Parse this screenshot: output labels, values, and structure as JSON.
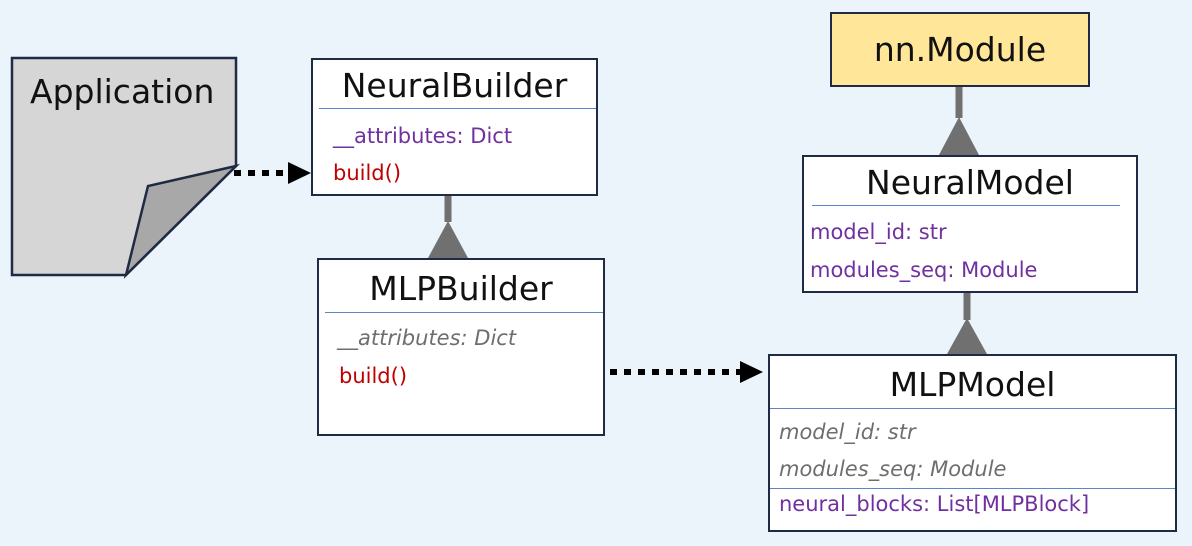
{
  "application": {
    "label": "Application"
  },
  "neural_builder": {
    "title": "NeuralBuilder",
    "attributes": [
      "__attributes: Dict"
    ],
    "methods": [
      "build()"
    ]
  },
  "mlp_builder": {
    "title": "MLPBuilder",
    "inherited_attributes": [
      "__attributes: Dict"
    ],
    "methods": [
      "build()"
    ]
  },
  "nn_module": {
    "title": "nn.Module"
  },
  "neural_model": {
    "title": "NeuralModel",
    "attributes": [
      "model_id: str",
      "modules_seq: Module"
    ]
  },
  "mlp_model": {
    "title": "MLPModel",
    "inherited_attributes": [
      "model_id: str",
      "modules_seq: Module"
    ],
    "attributes": [
      "neural_blocks: List[MLPBlock]"
    ]
  },
  "colors": {
    "background": "#ebf3fb",
    "box_border": "#1f2a44",
    "attribute_text": "#7030a0",
    "method_text": "#c00000",
    "inherited_text": "#6e6e6e",
    "module_fill": "#ffe699",
    "connector_gray": "#707070",
    "document_fill": "#d6d6d6"
  },
  "icons": {
    "application": "document-icon",
    "inheritance": "triangle-arrowhead",
    "dependency": "dotted-arrow"
  }
}
